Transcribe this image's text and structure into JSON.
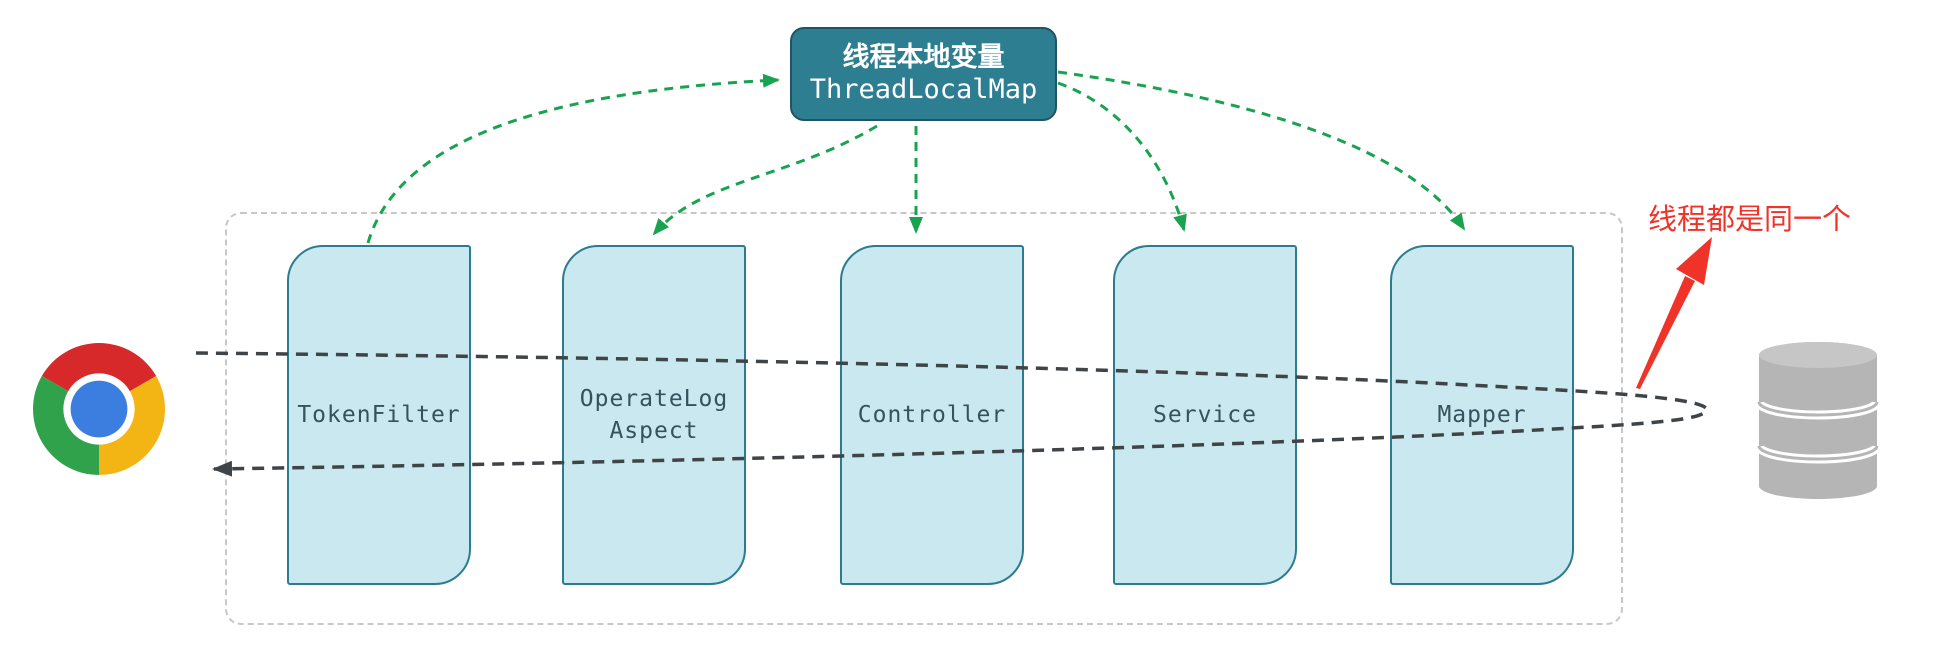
{
  "diagram": {
    "thread_local_box": {
      "title_cn": "线程本地变量",
      "title_en": "ThreadLocalMap"
    },
    "stages": [
      {
        "label": "TokenFilter"
      },
      {
        "label": "OperateLog\nAspect"
      },
      {
        "label": "Controller"
      },
      {
        "label": "Service"
      },
      {
        "label": "Mapper"
      }
    ],
    "annotation": {
      "text": "线程都是同一个"
    },
    "icons": {
      "left": "chrome-browser-icon",
      "right": "database-icon"
    },
    "colors": {
      "thread_box_fill": "#2E7E91",
      "thread_box_border": "#1F5463",
      "stage_fill": "#C9E8EF",
      "stage_border": "#2B7D8E",
      "stage_text": "#35525E",
      "green_arrow": "#1AA34F",
      "flow_line": "#3F4449",
      "container_border": "#C8C8C8",
      "annotation_red": "#F03329",
      "database_gray": "#B5B5B5"
    }
  }
}
